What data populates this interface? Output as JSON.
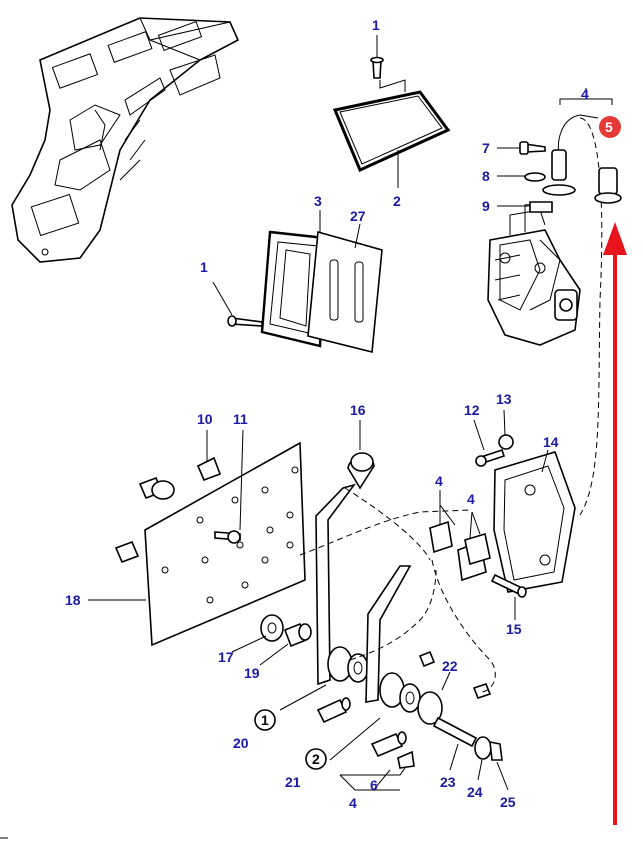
{
  "labels": {
    "l1a": "1",
    "l2": "2",
    "l3": "3",
    "l27": "27",
    "l1b": "1",
    "l4a": "4",
    "l5": "5",
    "l7": "7",
    "l8": "8",
    "l9": "9",
    "l10": "10",
    "l11": "11",
    "l16": "16",
    "l12": "12",
    "l13": "13",
    "l14": "14",
    "l4b": "4",
    "l4c": "4",
    "l18": "18",
    "l15": "15",
    "l17": "17",
    "l19": "19",
    "l22": "22",
    "l20": "20",
    "l21": "21",
    "l23": "23",
    "l24": "24",
    "l25": "25",
    "l6": "6",
    "l4d": "4",
    "c1": "1",
    "c2": "2"
  },
  "colors": {
    "label": "#1a1aa6",
    "highlight": "#e53935",
    "arrow": "#e8141b"
  }
}
